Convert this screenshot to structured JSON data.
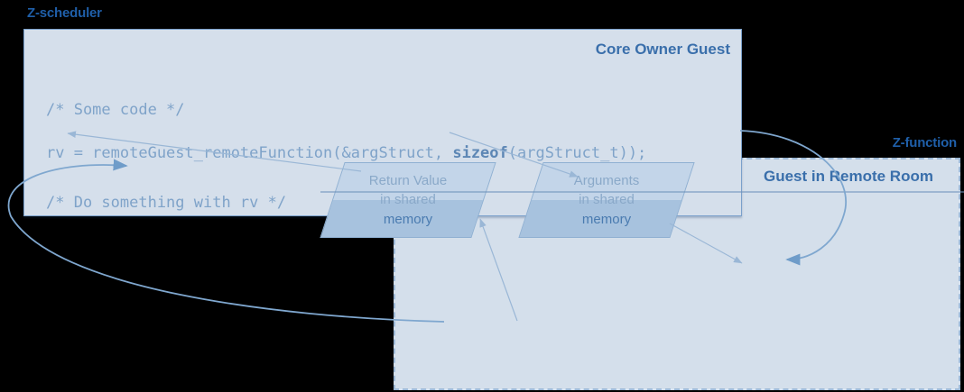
{
  "diagram": {
    "title_left": "Z-scheduler",
    "title_right": "Z-function",
    "colors": {
      "accent_blue": "#1f5fa9",
      "box_fill": "#d5dfeb",
      "remote_fill": "#d4dfeb",
      "code_text": "#7fa3c9",
      "parallelogram_top": "#c3d5e9",
      "parallelogram_bottom": "#a7c2de",
      "connector": "#8fb0d2",
      "background": "#000000"
    }
  },
  "scheduler": {
    "label": "Z-scheduler",
    "header": "Core Owner Guest",
    "code": {
      "line1": "/* Some code */",
      "line2_pre": "rv = remoteGuest_remoteFunction(&argStruct, ",
      "line2_bold": "sizeof",
      "line2_post": "(argStruct_t));",
      "line3": "/* Do something with rv */"
    }
  },
  "remote": {
    "label": "Z-function",
    "header": "Guest in Remote Room"
  },
  "shared_memory": {
    "return_value": {
      "line1": "Return Value",
      "line2": "in shared",
      "line3": "memory"
    },
    "arguments": {
      "line1": "Arguments",
      "line2": "in shared",
      "line3": "memory"
    }
  },
  "connectors": [
    {
      "name": "args-to-shared-memory",
      "from": "code-argStruct",
      "to": "arguments-parallelogram"
    },
    {
      "name": "shared-memory-to-remote",
      "from": "arguments-parallelogram",
      "to": "remote-room"
    },
    {
      "name": "call-to-remote-room",
      "from": "code-call-end",
      "to": "remote-room"
    },
    {
      "name": "remote-to-return-value",
      "from": "remote-room",
      "to": "return-value-parallelogram"
    },
    {
      "name": "return-value-to-rv",
      "from": "return-value-parallelogram",
      "to": "code-rv"
    },
    {
      "name": "remote-return-to-scheduler",
      "from": "remote-room",
      "to": "code-do-something"
    }
  ]
}
